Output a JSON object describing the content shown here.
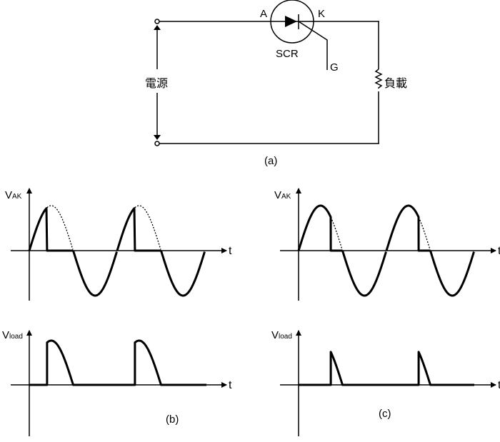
{
  "circuit": {
    "source_label": "電源",
    "anode_label": "A",
    "cathode_label": "K",
    "gate_label": "G",
    "device_label": "SCR",
    "load_label": "負載",
    "caption": "(a)"
  },
  "panels": [
    {
      "caption": "(b)",
      "vak_label_main": "V",
      "vak_label_sub": "AK",
      "vload_label_main": "V",
      "vload_label_sub": "load",
      "t_label": "t",
      "firing_angle_deg": 73
    },
    {
      "caption": "(c)",
      "vak_label_main": "V",
      "vak_label_sub": "AK",
      "vload_label_main": "V",
      "vload_label_sub": "load",
      "t_label": "t",
      "firing_angle_deg": 132
    }
  ]
}
